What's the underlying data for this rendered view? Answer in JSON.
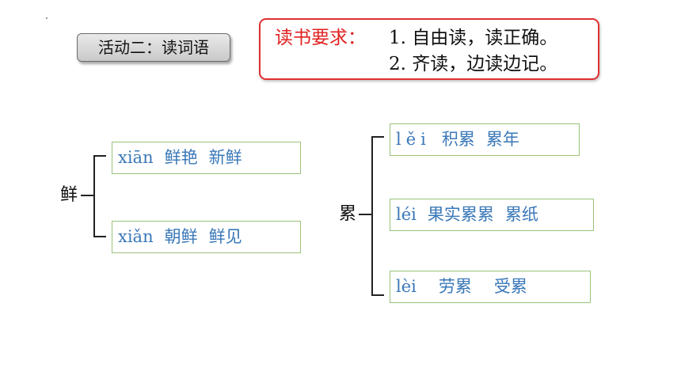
{
  "activity": {
    "label": "活动二：读词语"
  },
  "requirements": {
    "heading": "读书要求：",
    "items": [
      "1. 自由读，读正确。",
      "2. 齐读，边读边记。"
    ]
  },
  "groups": [
    {
      "char": "鲜",
      "readings": [
        {
          "pinyin": "xiān",
          "words": [
            "鲜艳",
            "新鲜"
          ]
        },
        {
          "pinyin": "xiǎn",
          "words": [
            "朝鲜",
            "鲜见"
          ]
        }
      ]
    },
    {
      "char": "累",
      "readings": [
        {
          "pinyin": "lěi",
          "words": [
            "积累",
            "累年"
          ]
        },
        {
          "pinyin": "léi",
          "words": [
            "果实累累",
            "累纸"
          ]
        },
        {
          "pinyin": "lèi",
          "words": [
            "劳累",
            "受累"
          ]
        }
      ]
    }
  ],
  "colors": {
    "pinyin_text": "#3a78b8",
    "box_border": "#9ac27a",
    "req_border": "#e03030",
    "req_heading": "#e02020"
  }
}
